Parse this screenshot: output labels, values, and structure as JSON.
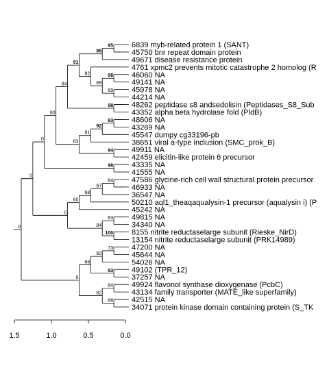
{
  "leaves": [
    "6839 myb-related protein 1 (SANT)",
    "45750 bnr repeat domain protein",
    "49671 disease resistance protein",
    "4761 xpmc2 prevents mitotic catastrophe 2 homolog (R",
    "46060 NA",
    "49141 NA",
    "45978 NA",
    "44214 NA",
    "48262 peptidase s8 andsedolisin (Peptidases_S8_Sub",
    "43352 alpha beta hydrolase fold (PldB)",
    "48606 NA",
    "43269 NA",
    "45547 dumpy cg33196-pb",
    "38651 viral a-type inclusion (SMC_prok_B)",
    "49911 NA",
    "42459 elicitin-like protein 6 precursor",
    "43335 NA",
    "41555 NA",
    "47586 glycine-rich cell wall structural protein precursor",
    "46933 NA",
    "36547 NA",
    "50210 aql1_theaqaqualysin-1 precursor (aqualysin i) (P",
    "45242 NA",
    "49815 NA",
    "34340 NA",
    "8155 nitrite reductaselarge subunit (Rieske_NirD)",
    "13154 nitrite reductaselarge subunit (PRK14989)",
    "47200 NA",
    "45644 NA",
    "54026 NA",
    "49102 (TPR_12)",
    "37257 NA",
    "49924 flavonol synthase dioxygenase (PcbC)",
    "43134 family transporter (MATE_like superfamily)",
    "42515 NA",
    "34071 protein kinase domain containing protein (S_TK"
  ],
  "tree": {
    "s": "0",
    "c": [
      {
        "s": "0",
        "c": [
          {
            "s": "0",
            "c": [
              {
                "s": "80",
                "c": [
                  {
                    "s": "84",
                    "c": [
                      {
                        "s": "91",
                        "b": true,
                        "c": [
                          {
                            "s": "98",
                            "b": true,
                            "c": [
                              {
                                "s": "95",
                                "b": true,
                                "c": [
                                  0,
                                  1
                                ]
                              },
                              2
                            ]
                          },
                          {
                            "s": "82",
                            "c": [
                              3,
                              {
                                "s": "89",
                                "c": [
                                  {
                                    "s": "98",
                                    "b": true,
                                    "c": [
                                      4,
                                      5
                                    ]
                                  },
                                  {
                                    "s": "69",
                                    "c": [
                                      6,
                                      7
                                    ]
                                  }
                                ]
                              }
                            ]
                          }
                        ]
                      },
                      {
                        "s": "98",
                        "b": true,
                        "c": [
                          8,
                          9
                        ]
                      }
                    ]
                  },
                  {
                    "s": "83",
                    "c": [
                      {
                        "s": "81",
                        "c": [
                          {
                            "s": "92",
                            "b": true,
                            "c": [
                              {
                                "s": "93",
                                "b": true,
                                "c": [
                                  10,
                                  11
                                ]
                              },
                              12
                            ]
                          },
                          13
                        ]
                      },
                      {
                        "s": "94",
                        "b": true,
                        "c": [
                          14,
                          15
                        ]
                      }
                    ]
                  }
                ]
              },
              {
                "s": "98",
                "b": true,
                "c": [
                  16,
                  17
                ]
              }
            ]
          },
          {
            "s": "0",
            "c": [
              {
                "s": "60",
                "c": [
                  {
                    "s": "68",
                    "c": [
                      {
                        "s": "87",
                        "c": [
                          {
                            "s": "84",
                            "c": [
                              18,
                              19
                            ]
                          },
                          20
                        ]
                      },
                      21
                    ]
                  },
                  22
                ]
              },
              {
                "s": "84",
                "c": [
                  {
                    "s": "83",
                    "c": [
                      23,
                      24
                    ]
                  },
                  {
                    "s": "100",
                    "b": true,
                    "c": [
                      25,
                      26
                    ]
                  }
                ]
              }
            ]
          }
        ]
      },
      {
        "s": "0",
        "c": [
          {
            "s": "68",
            "c": [
              {
                "s": "60",
                "c": [
                  {
                    "s": "73",
                    "c": [
                      27,
                      28
                    ]
                  },
                  29
                ]
              },
              {
                "s": "93",
                "b": true,
                "c": [
                  30,
                  31
                ]
              }
            ]
          },
          {
            "s": "82",
            "c": [
              {
                "s": "84",
                "c": [
                  32,
                  33
                ]
              },
              {
                "s": "88",
                "c": [
                  34,
                  35
                ]
              }
            ]
          }
        ]
      }
    ]
  },
  "axis": {
    "ticks": [
      1.5,
      1.0,
      0.5,
      0.0
    ],
    "tick_labels": [
      "1.5",
      "1.0",
      "0.5",
      "0.0"
    ],
    "range": [
      1.5,
      0.0
    ]
  }
}
